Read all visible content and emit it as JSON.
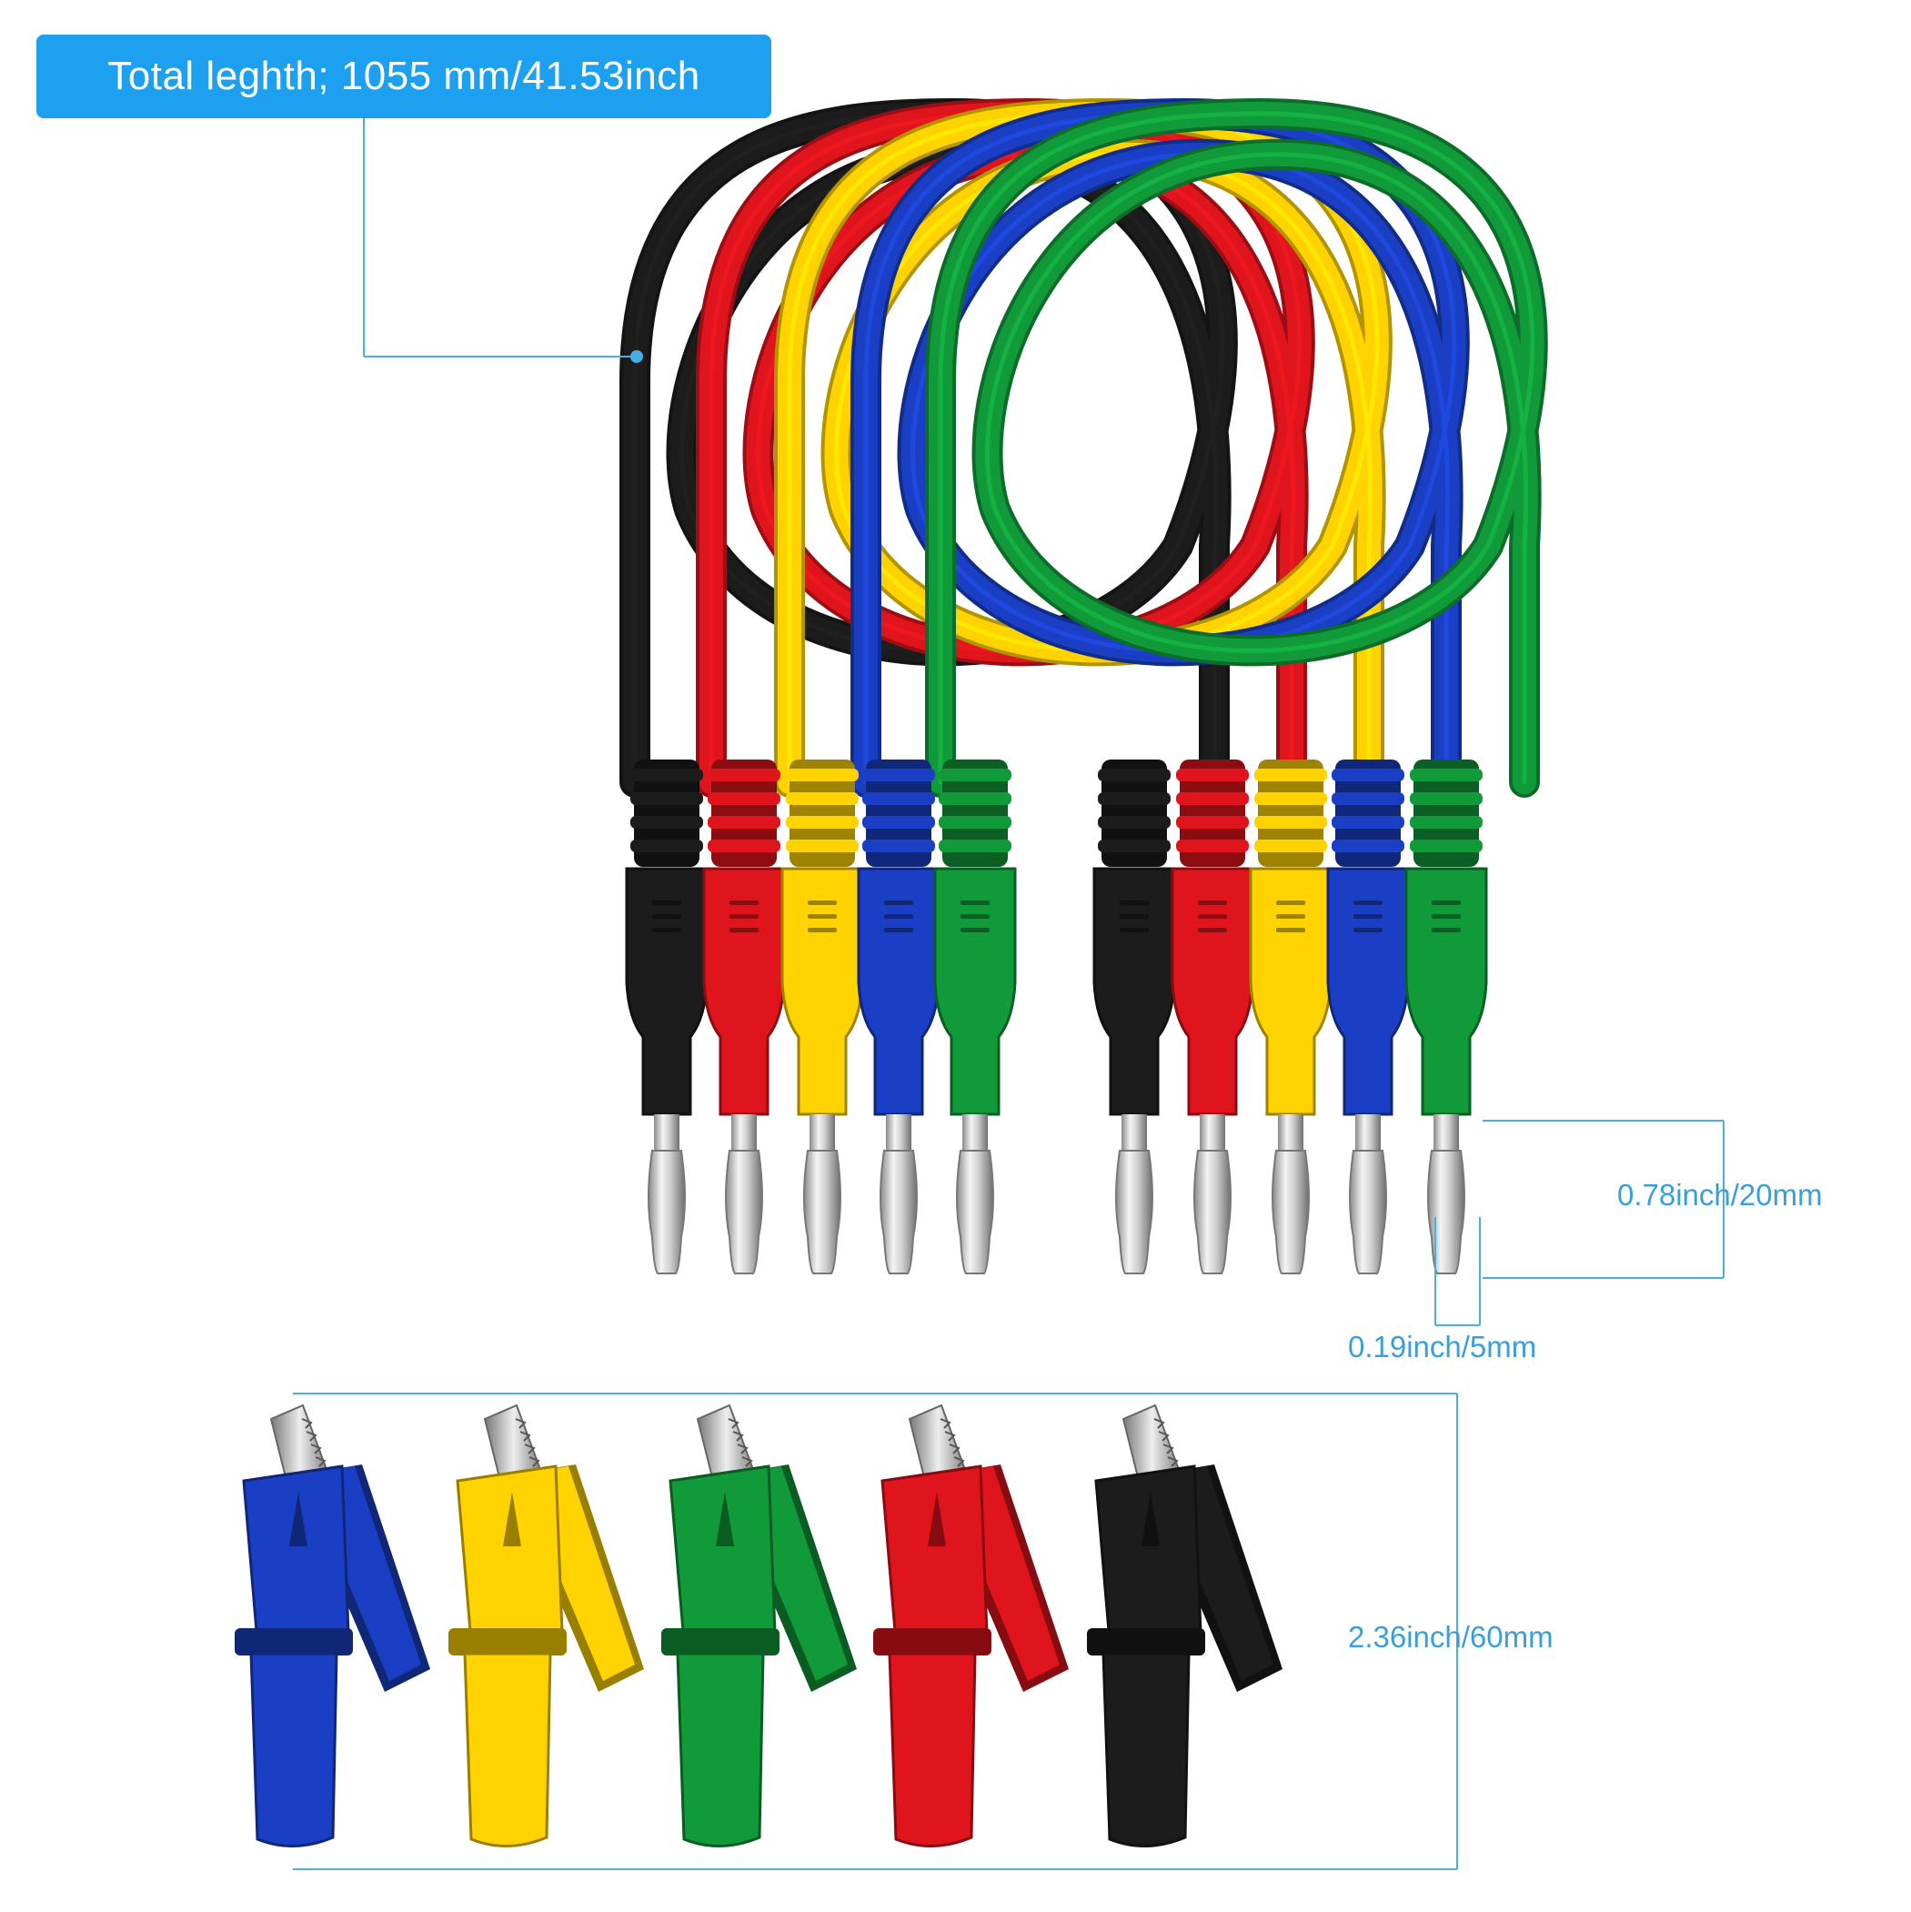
{
  "callout": {
    "total_length": "Total leghth; 1055 mm/41.53inch"
  },
  "dimensions": {
    "plug_length": "0.78inch/20mm",
    "plug_diameter": "0.19inch/5mm",
    "clip_height": "2.36inch/60mm"
  },
  "colors": {
    "callout_blue": "#1ea0f0",
    "dimension_line": "#4aaee6",
    "dimension_text": "#3a9fd8",
    "black": "#1c1c1c",
    "red": "#e0141c",
    "yellow": "#ffd300",
    "blue": "#1a3fc4",
    "green": "#119a3a"
  },
  "cables": [
    {
      "color": "black"
    },
    {
      "color": "red"
    },
    {
      "color": "yellow"
    },
    {
      "color": "blue"
    },
    {
      "color": "green"
    }
  ],
  "clips": [
    {
      "color": "blue"
    },
    {
      "color": "yellow"
    },
    {
      "color": "green"
    },
    {
      "color": "red"
    },
    {
      "color": "black"
    }
  ]
}
